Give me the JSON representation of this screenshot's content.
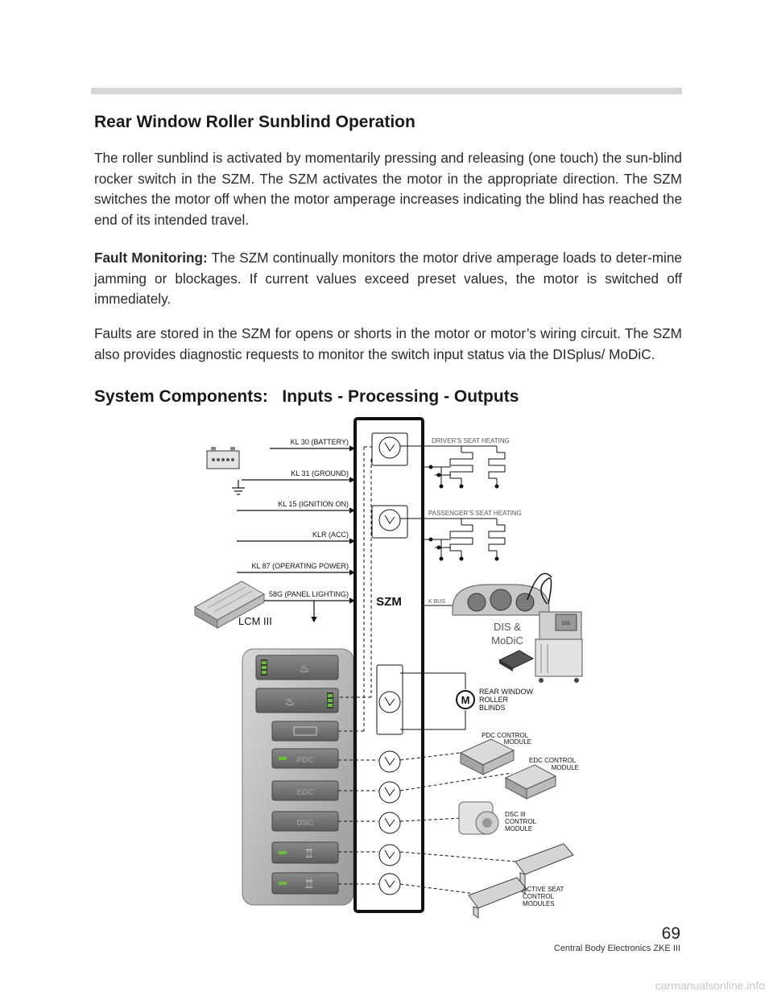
{
  "heading": "Rear Window Roller Sunblind Operation",
  "para1": "The roller sunblind is activated by momentarily pressing and releasing (one touch) the sun-blind rocker switch in the SZM. The SZM activates the motor in the appropriate direction. The SZM switches the motor off when the motor amperage increases indicating the blind has reached the end of its intended travel.",
  "para2_label": "Fault Monitoring:",
  "para2": " The SZM continually monitors the motor drive amperage loads to deter-mine jamming or blockages. If current values exceed preset values, the motor is switched off immediately.",
  "para3": "Faults are stored in the SZM for opens or shorts in the motor or motor’s wiring circuit. The SZM also provides diagnostic requests to monitor the switch input status via the DISplus/ MoDiC.",
  "heading2": "System Components:   Inputs - Processing - Outputs",
  "diagram": {
    "inputs": [
      "KL 30 (BATTERY)",
      "KL 31 (GROUND)",
      "KL 15 (IGNITION ON)",
      "KLR (ACC)",
      "KL 87 (OPERATING POWER)",
      "58G (PANEL LIGHTING)"
    ],
    "lcm_label": "LCM III",
    "szm_label": "SZM",
    "driver_heat": "DRIVER’S SEAT HEATING",
    "pass_heat": "PASSENGER’S SEAT HEATING",
    "kbus": "K BUS",
    "dis_line1": "DIS &",
    "dis_line2": "MoDiC",
    "motor_symbol": "M",
    "roller_1": "REAR WINDOW",
    "roller_2": "ROLLER",
    "roller_3": "BLINDS",
    "pdc_1": "PDC CONTROL",
    "pdc_2": "MODULE",
    "edc_1": "EDC CONTROL",
    "edc_2": "MODULE",
    "dsc_1": "DSC III",
    "dsc_2": "CONTROL",
    "dsc_3": "MODULE",
    "seat_1": "ACTIVE SEAT",
    "seat_2": "CONTROL",
    "seat_3": "MODULES",
    "btn_pdc": "PDC",
    "btn_edc": "EDC",
    "btn_dsc": "DSC",
    "monitor_label": "DIS"
  },
  "page_number": "69",
  "footer": "Central Body Electronics ZKE III",
  "watermark": "carmanualsonline.info"
}
